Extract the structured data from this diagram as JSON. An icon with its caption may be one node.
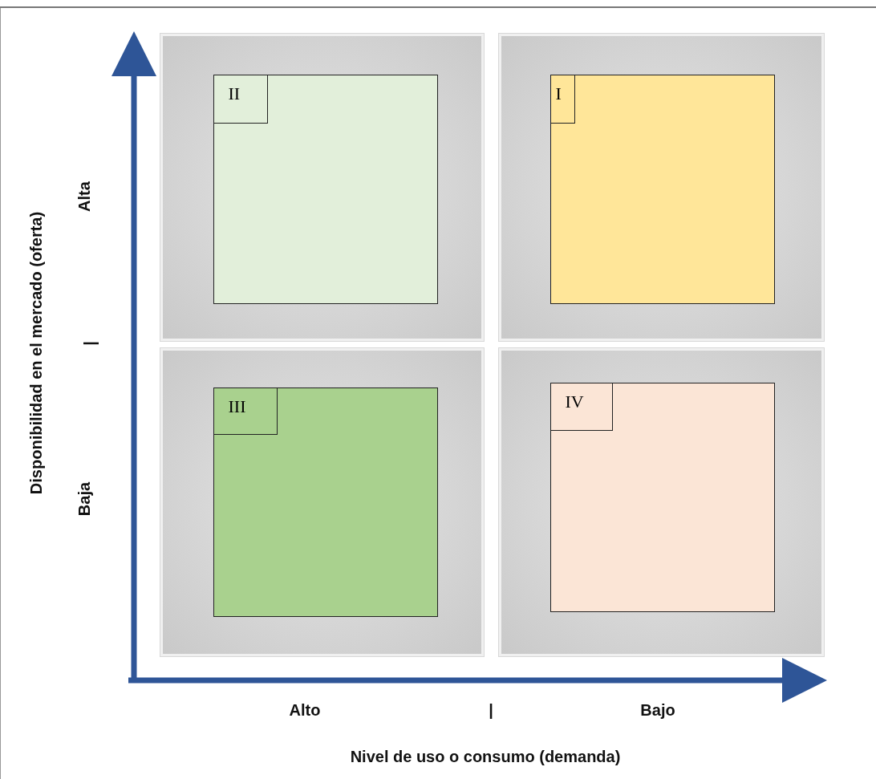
{
  "diagram": {
    "nodes": [
      {
        "text": [],
        "shape": "box"
      },
      {
        "text": [
          "II"
        ],
        "in": 0
      },
      {
        "text": [],
        "shape": "box"
      },
      {
        "text": [
          "I"
        ],
        "in": 2
      },
      {
        "text": [],
        "shape": "box"
      },
      {
        "text": [
          "III"
        ],
        "in": 4
      },
      {
        "text": [],
        "shape": "box"
      },
      {
        "text": [
          "IV"
        ],
        "in": 6
      }
    ],
    "edges": [],
    "labels": [
      "Disponibilidad en el mercado (oferta)",
      "Alta",
      "|",
      "Baja",
      "Alto",
      "|",
      "Bajo",
      "Nivel de uso o consumo (demanda)"
    ]
  }
}
